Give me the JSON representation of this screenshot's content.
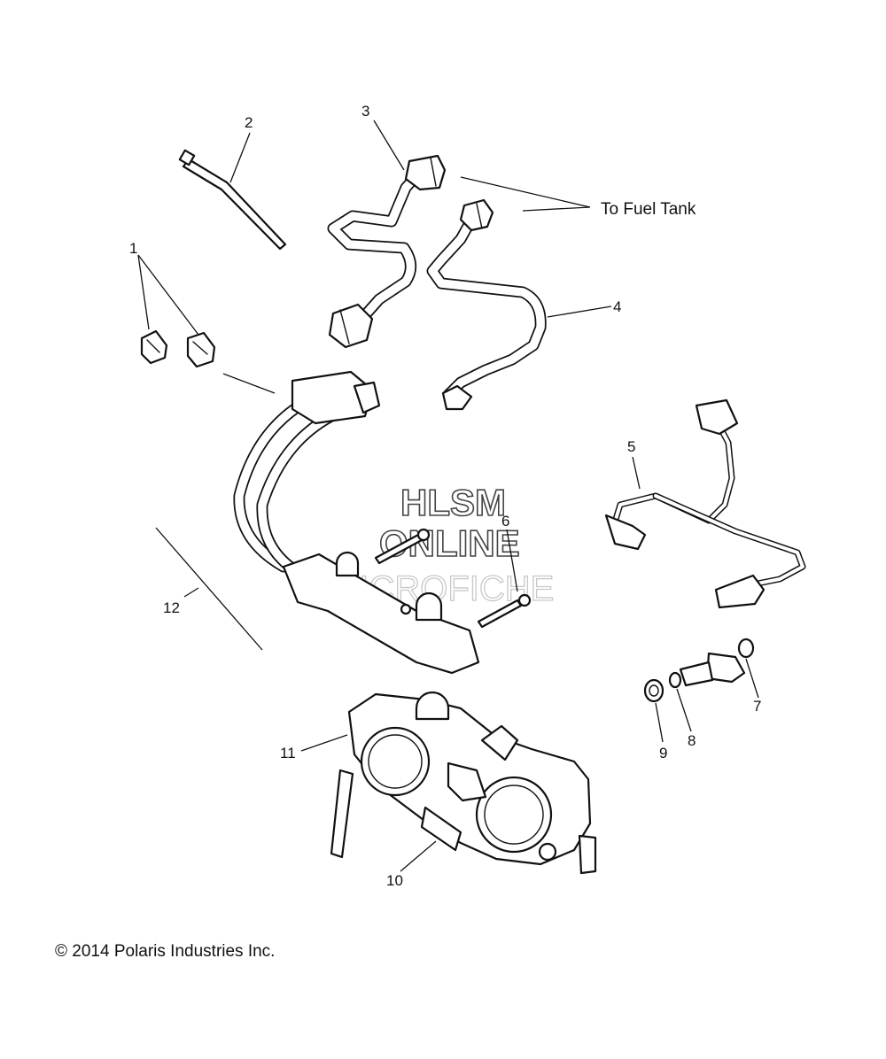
{
  "diagram": {
    "callouts": [
      "1",
      "2",
      "3",
      "4",
      "5",
      "6",
      "7",
      "8",
      "9",
      "10",
      "11",
      "12"
    ],
    "note": "To Fuel Tank",
    "copyright": "© 2014 Polaris Industries Inc."
  },
  "watermark": {
    "line1": "HLSM",
    "line2": "ONLINE",
    "line3": "MICROFICHE"
  }
}
